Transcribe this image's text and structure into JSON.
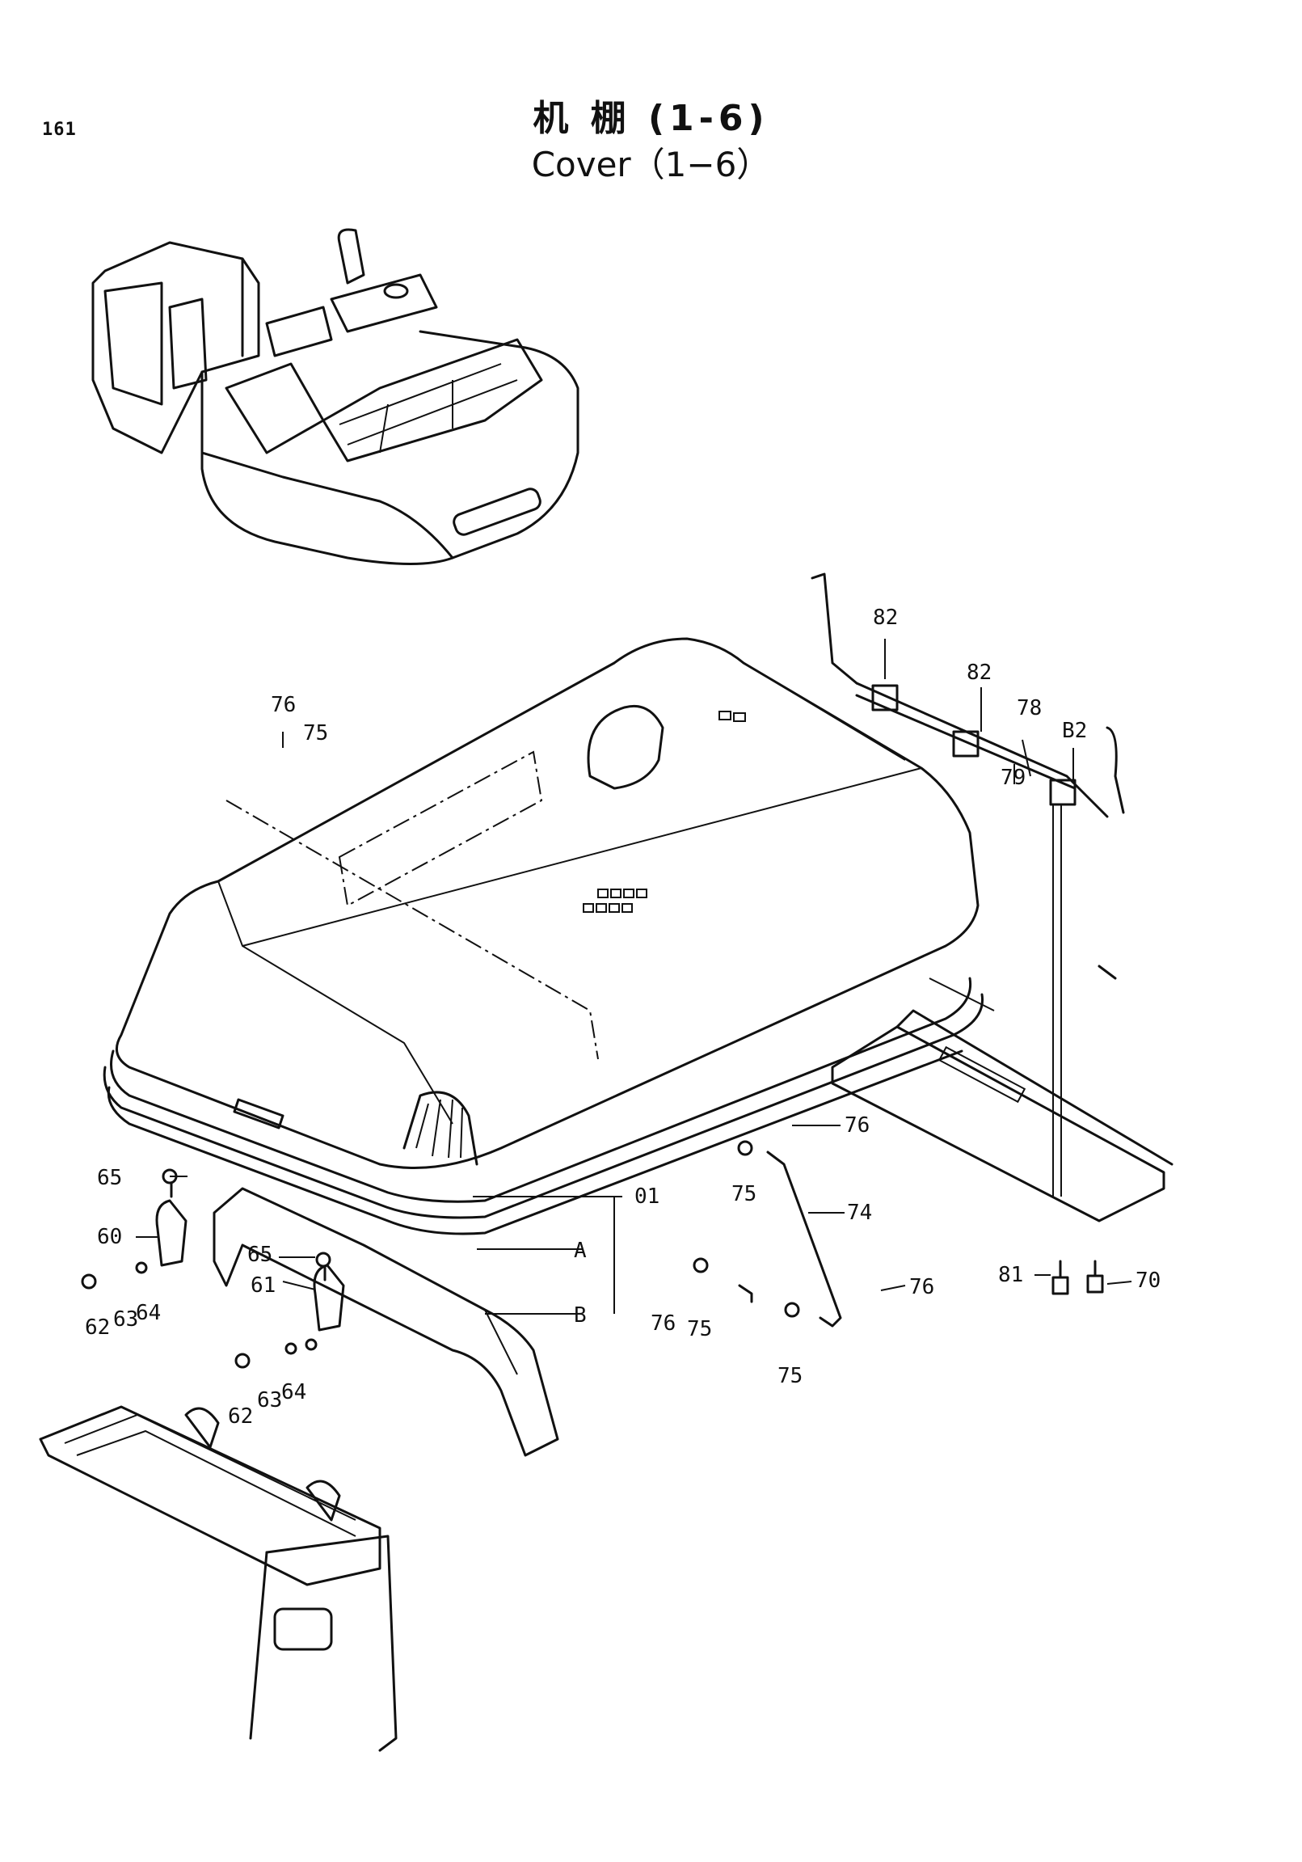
{
  "page_number": "161",
  "title_cn": "机    棚 (1-6)",
  "title_en": "Cover（1−6）",
  "callouts": {
    "c76a": "76",
    "c75a": "75",
    "c82a": "82",
    "c82b": "82",
    "c78": "78",
    "c82c": "B2",
    "c79": "79",
    "c01": "01",
    "cA": "A",
    "cB": "B",
    "c65a": "65",
    "c60": "60",
    "c62a": "62",
    "c63a": "63",
    "c64a": "64",
    "c65b": "65",
    "c61": "61",
    "c62b": "62",
    "c63b": "63",
    "c64b": "64",
    "c76b": "76",
    "c75b": "75",
    "c74": "74",
    "c76c": "76",
    "c75c": "75",
    "c76d": "76",
    "c75d": "75",
    "c81": "81",
    "c70": "70"
  }
}
